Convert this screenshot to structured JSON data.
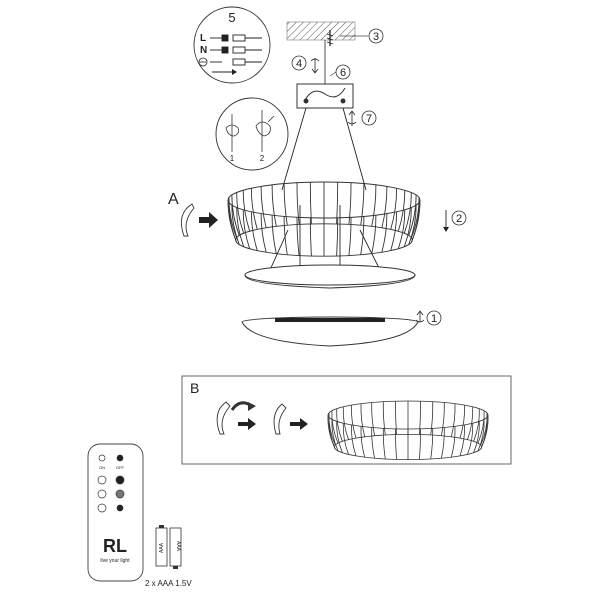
{
  "steps": {
    "s1": "1",
    "s2": "2",
    "s3": "3",
    "s4": "4",
    "s5": "5",
    "s6": "6",
    "s7": "7"
  },
  "wiring": {
    "l": "L",
    "n": "N"
  },
  "hand_steps": {
    "a": "1",
    "b": "2"
  },
  "sections": {
    "a": "A",
    "b": "B"
  },
  "remote": {
    "on": "ON",
    "off": "OFF",
    "logo": "RL",
    "tagline": "live your light",
    "battery_label": "AAA",
    "battery_caption": "2 x AAA 1.5V"
  },
  "colors": {
    "line": "#222222",
    "box_border": "#555555"
  }
}
